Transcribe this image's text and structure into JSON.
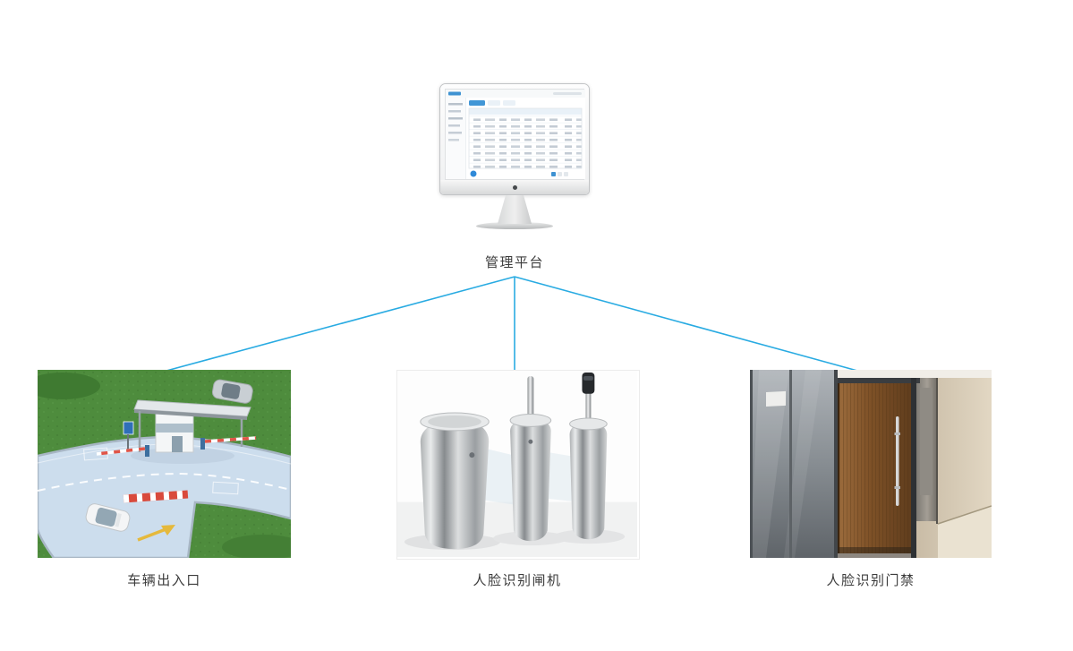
{
  "diagram": {
    "platform": {
      "label": "管理平台"
    },
    "nodes": [
      {
        "id": "vehicle-entrance",
        "label": "车辆出入口"
      },
      {
        "id": "face-turnstile",
        "label": "人脸识别闸机"
      },
      {
        "id": "face-door-access",
        "label": "人脸识别门禁"
      }
    ],
    "connector_color": "#29abe2"
  }
}
